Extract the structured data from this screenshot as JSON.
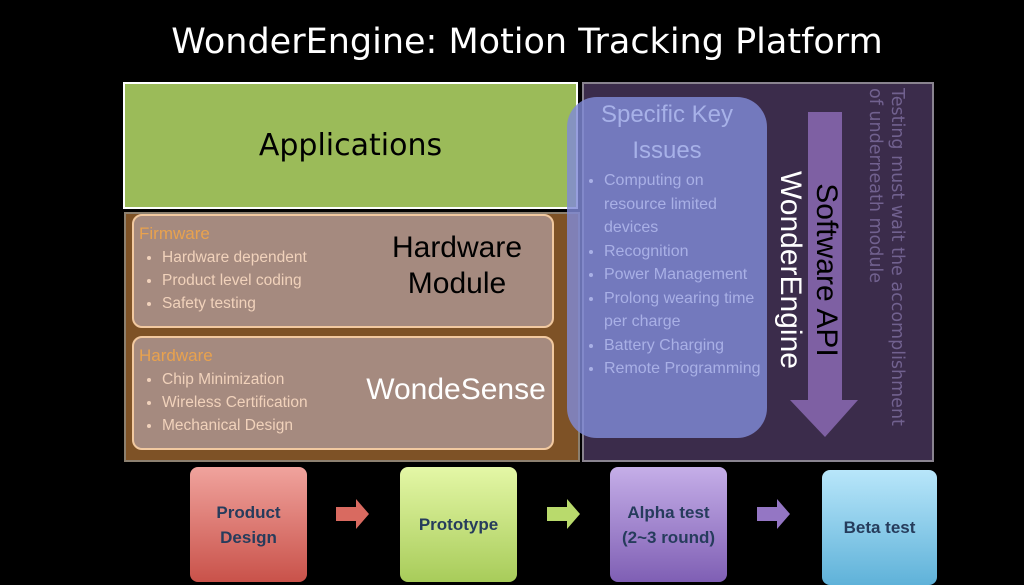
{
  "title": "WonderEngine: Motion Tracking Platform",
  "applications": "Applications",
  "hardware_module": {
    "label": "Hardware Module",
    "name": "WondeSense",
    "firmware": {
      "heading": "Firmware",
      "items": [
        "Hardware dependent",
        "Product level coding",
        "Safety testing"
      ]
    },
    "hardware": {
      "heading": "Hardware",
      "items": [
        "Chip Minimization",
        "Wireless Certification",
        "Mechanical Design"
      ]
    }
  },
  "software_api": {
    "label": "Software API",
    "name": "WonderEngine",
    "key_issues": {
      "heading": "Specific Key Issues",
      "items": [
        "Computing on resource limited devices",
        "Recognition",
        "Power Management",
        "Prolong wearing time per charge",
        "Battery Charging",
        "Remote Programming"
      ]
    },
    "note": "Testing must wait the accomplishment of underneath module"
  },
  "process": [
    {
      "label": "Product Design",
      "color": "#e0726a"
    },
    {
      "label": "Prototype",
      "color": "#c5e27a"
    },
    {
      "label": "Alpha test (2~3 round)",
      "color": "#9a7ac8"
    },
    {
      "label": "Beta test",
      "color": "#8ccbe8"
    }
  ]
}
